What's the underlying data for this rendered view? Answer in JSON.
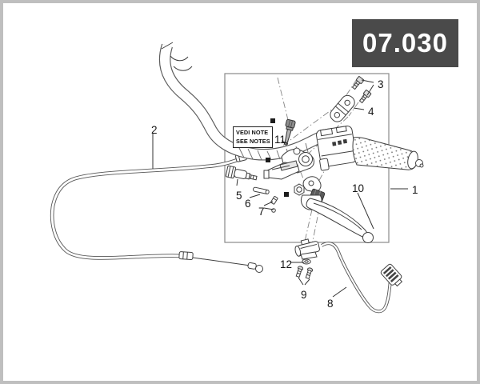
{
  "badge": {
    "code": "07.030"
  },
  "note_box": {
    "line1": "VEDI NOTE",
    "line2": "SEE NOTES"
  },
  "callouts": {
    "c1": "1",
    "c2": "2",
    "c3": "3",
    "c4": "4",
    "c5": "5",
    "c6": "6",
    "c7": "7",
    "c8": "8",
    "c9": "9",
    "c10": "10",
    "c11": "11",
    "c12": "12"
  },
  "colors": {
    "badge_bg": "#4a4a4a",
    "badge_text": "#ffffff",
    "frame_border": "#bfbfbf",
    "line_ink": "#3f3f3f",
    "background": "#ffffff"
  }
}
